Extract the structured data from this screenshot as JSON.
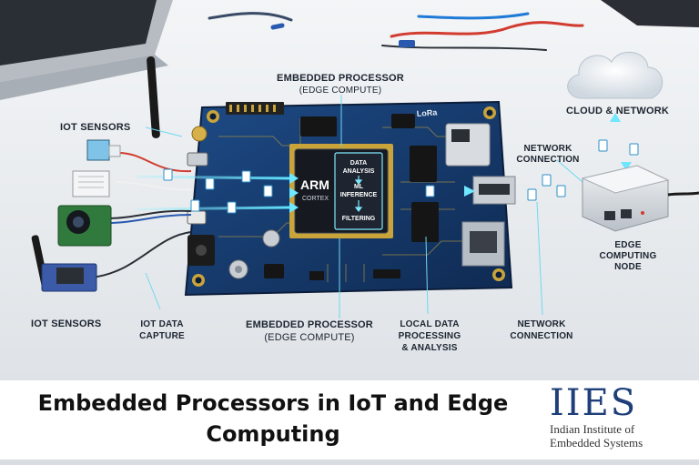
{
  "labels": {
    "embedded_processor_top": "EMBEDDED PROCESSOR",
    "edge_compute_top": "(EDGE COMPUTE)",
    "iot_sensors_top": "IOT SENSORS",
    "cloud_network": "CLOUD & NETWORK",
    "network_connection_top_1": "NETWORK",
    "network_connection_top_2": "CONNECTION",
    "edge_node_1": "EDGE",
    "edge_node_2": "COMPUTING",
    "edge_node_3": "NODE",
    "iot_sensors_bottom": "IOT SENSORS",
    "iot_capture_1": "IOT DATA",
    "iot_capture_2": "CAPTURE",
    "embedded_processor_bottom": "EMBEDDED PROCESSOR",
    "edge_compute_bottom": "(EDGE COMPUTE)",
    "local_1": "LOCAL DATA",
    "local_2": "PROCESSING",
    "local_3": "& ANALYSIS",
    "network_connection_bottom_1": "NETWORK",
    "network_connection_bottom_2": "CONNECTION"
  },
  "chip": {
    "brand": "ARM",
    "model": "CORTEX",
    "stage_1a": "DATA",
    "stage_1b": "ANALYSIS",
    "stage_2a": "ML",
    "stage_2b": "INFERENCE",
    "stage_3": "FILTERING"
  },
  "lora_label": "LoRa",
  "footer": {
    "title_line1": "Embedded Processors in IoT and Edge",
    "title_line2": "Computing",
    "logo_mark": "IIES",
    "logo_line1": "Indian Institute of",
    "logo_line2": "Embedded Systems"
  },
  "colors": {
    "board": "#163a6b",
    "trace": "#c9a43a",
    "flow": "#6fe7ff",
    "accent_red": "#d23b2f",
    "logo": "#1f3f7a"
  },
  "icons": [
    "antenna-icon",
    "sensor-icon",
    "camera-icon",
    "cloud-icon",
    "document-icon",
    "ethernet-port-icon"
  ]
}
